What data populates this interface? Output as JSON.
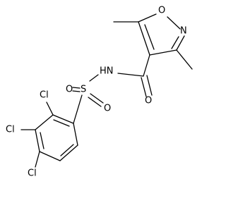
{
  "atoms": {
    "ring_o": "O",
    "ring_n": "N",
    "amide_nh": "HN",
    "amide_o": "O",
    "sulfur": "S",
    "sulfonyl_o_left": "O",
    "sulfonyl_o_right": "O",
    "cl_2": "Cl",
    "cl_3": "Cl",
    "cl_4": "Cl"
  }
}
